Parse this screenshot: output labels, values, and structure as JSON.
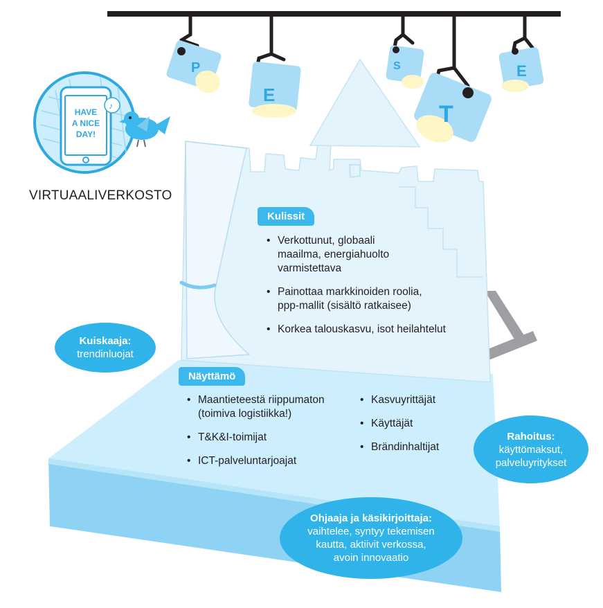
{
  "pest_letters": [
    "P",
    "E",
    "S",
    "T",
    "E"
  ],
  "phone_screen_text": [
    "HAVE",
    "A NICE",
    "DAY!"
  ],
  "virtual_network_label": "VIRTUAALIVERKOSTO",
  "kulissit": {
    "title": "Kulissit",
    "items": [
      [
        "Verkottunut, globaali",
        "maailma, energiahuolto",
        "varmistettava"
      ],
      [
        "Painottaa markkinoiden roolia,",
        "ppp-mallit (sisältö ratkaisee)"
      ],
      [
        "Korkea talouskasvu, isot heilahtelut"
      ]
    ]
  },
  "nayttamo": {
    "title": "Näyttämö",
    "left_items": [
      [
        "Maantieteestä riippumaton",
        "(toimiva logistiikka!)"
      ],
      [
        "T&K&I-toimijat"
      ],
      [
        "ICT-palveluntarjoajat"
      ]
    ],
    "right_items": [
      [
        "Kasvuyrittäjät"
      ],
      [
        "Käyttäjät"
      ],
      [
        "Brändinhaltijat"
      ]
    ]
  },
  "kuiskaaja": {
    "title": "Kuiskaaja:",
    "lines": [
      "trendinluojat"
    ]
  },
  "rahoitus": {
    "title": "Rahoitus:",
    "lines": [
      "käyttömaksut,",
      "palveluyritykset"
    ]
  },
  "ohjaaja": {
    "title": "Ohjaaja ja käsikirjoittaja:",
    "lines": [
      "vaihtelee, syntyy tekemisen",
      "kautta, aktiivit verkossa,",
      "avoin innovaatio"
    ]
  },
  "colors": {
    "accent": "#3db8ec",
    "oval": "#2fb3e8",
    "stage_light": "#cdeefc",
    "stage_front": "#8fd3f4",
    "backdrop": "#e3f4fd",
    "rail": "#231f20"
  }
}
